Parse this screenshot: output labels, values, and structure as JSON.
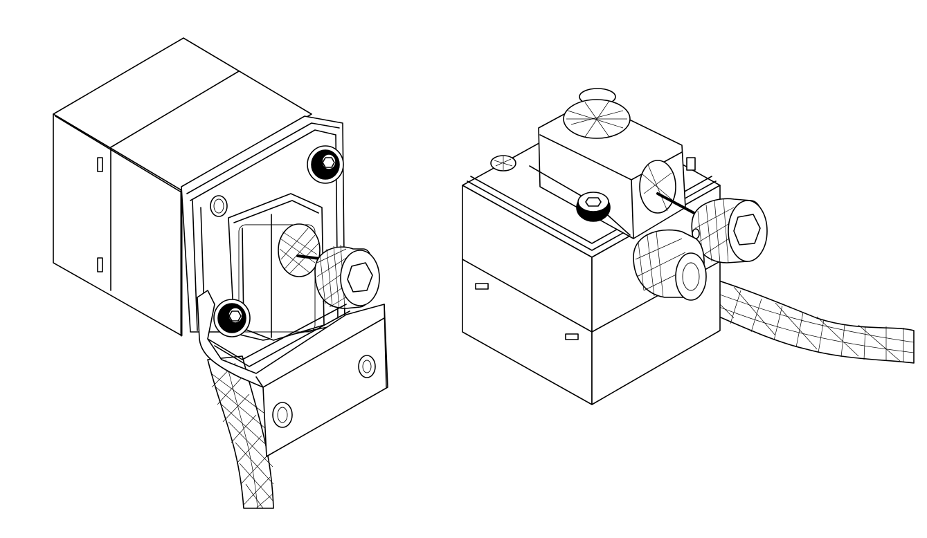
{
  "figure": {
    "background": "#ffffff",
    "line_color": "#000000",
    "views": [
      {
        "name": "mounted-assembly-view",
        "parts": [
          "housing-body",
          "mounting-plate",
          "terminal-block",
          "socket-head-screw",
          "knurled-gland-nut",
          "l-bracket",
          "braided-cable"
        ]
      },
      {
        "name": "standalone-assembly-view",
        "parts": [
          "housing-body",
          "terminal-block",
          "socket-head-screw",
          "knurled-gland-nut",
          "cable-gland",
          "braided-cable"
        ]
      }
    ]
  }
}
